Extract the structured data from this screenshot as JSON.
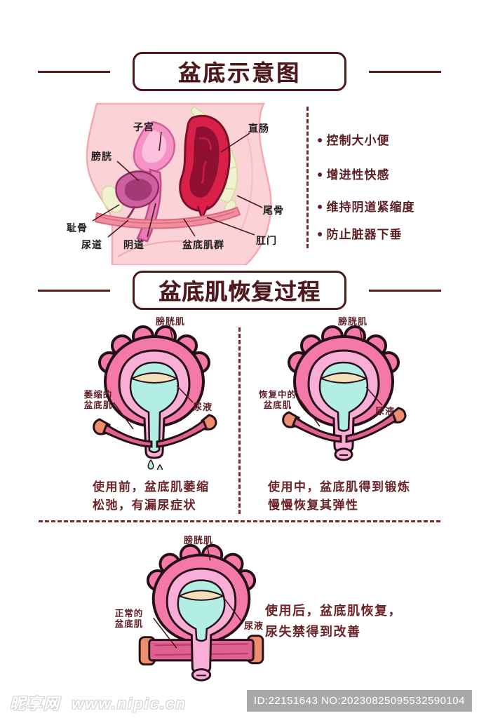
{
  "header1": {
    "title": "盆底示意图"
  },
  "header2": {
    "title": "盆底肌恢复过程"
  },
  "anatomy": {
    "labels": {
      "uterus": "子宫",
      "rectum": "直肠",
      "bladder": "膀胱",
      "pubis": "耻骨",
      "urethra": "尿道",
      "vagina": "阴道",
      "pelvic_floor": "盆底肌群",
      "coccyx": "尾骨",
      "anus": "肛门"
    }
  },
  "benefits": {
    "bullet": "●",
    "items": [
      "控制大小便",
      "增进性快感",
      "维持阴道紧缩度",
      "防止脏器下垂"
    ]
  },
  "stages": {
    "before": {
      "bladder_muscle": "膀胱肌",
      "floor": "萎缩的\n盆底肌",
      "urine": "尿液",
      "caption": "使用前，盆底肌萎缩\n松弛，有漏尿症状"
    },
    "during": {
      "bladder_muscle": "膀胱肌",
      "floor": "恢复中的\n盆底肌",
      "urine": "尿液",
      "caption": "使用中，盆底肌得到锻炼\n慢慢恢复其弹性"
    },
    "after": {
      "bladder_muscle": "膀胱肌",
      "floor": "正常的\n盆底肌",
      "urine": "尿液",
      "caption": "使用后，盆底肌恢复，\n尿失禁得到改善"
    }
  },
  "colors": {
    "accent_maroon": "#4f181c",
    "bladder_pink": "#f478a8",
    "lining_pink": "#f8aed6",
    "urine_teal": "#b2eee3",
    "muscle_pink": "#e0618f",
    "muscle_cap_salmon": "#ee8e70"
  },
  "footer": {
    "site_name": "昵享网",
    "site_url": "www.nipic.cn",
    "watermark_id": "ID:22151643 NO:20230825095532590104"
  }
}
